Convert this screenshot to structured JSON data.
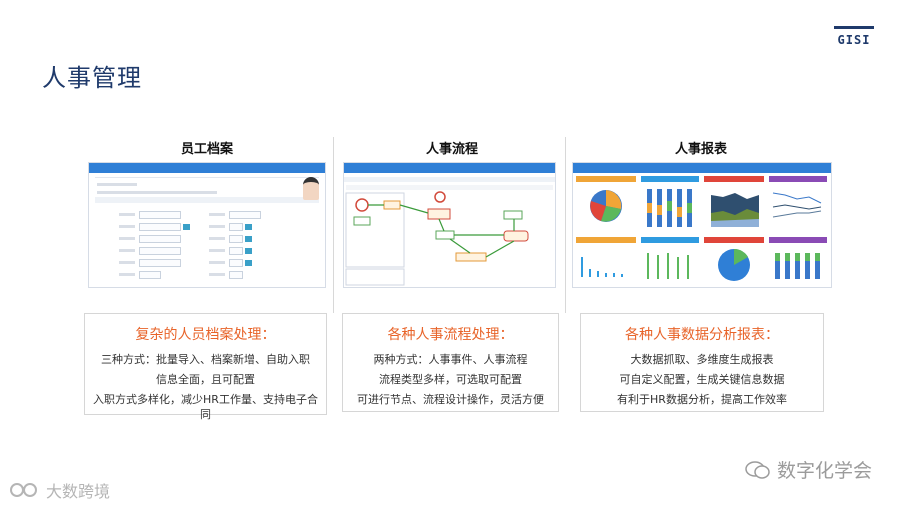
{
  "page": {
    "title": "人事管理",
    "logo": "GISI"
  },
  "columns": [
    {
      "heading": "员工档案",
      "card_title": "复杂的人员档案处理：",
      "lines": [
        "三种方式：批量导入、档案新增、自助入职",
        "信息全面，且可配置",
        "入职方式多样化，减少HR工作量、支持电子合",
        "同"
      ]
    },
    {
      "heading": "人事流程",
      "card_title": "各种人事流程处理：",
      "lines": [
        "两种方式：人事事件、人事流程",
        "流程类型多样，可选取可配置",
        "可进行节点、流程设计操作，灵活方便"
      ]
    },
    {
      "heading": "人事报表",
      "card_title": "各种人事数据分析报表：",
      "lines": [
        "大数据抓取、多维度生成报表",
        "可自定义配置，生成关键信息数据",
        "有利于HR数据分析，提高工作效率"
      ]
    }
  ],
  "watermarks": {
    "right": "数字化学会",
    "left": "大数跨境"
  },
  "colors": {
    "accent": "#e8642a",
    "title": "#1f3a6b",
    "ui_blue": "#2f7fd6"
  }
}
